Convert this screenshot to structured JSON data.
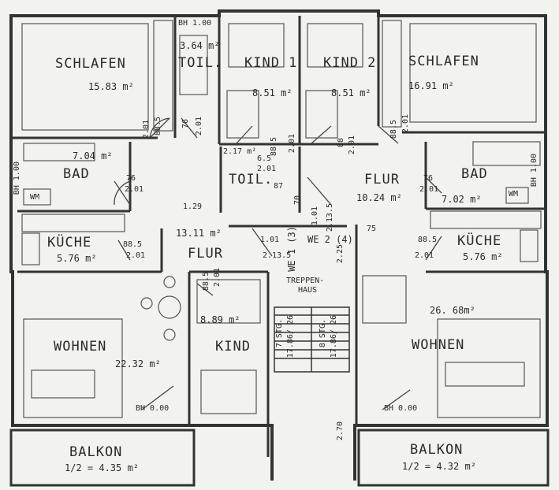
{
  "rooms": {
    "schlafen_l": {
      "name": "SCHLAFEN",
      "area": "15.83 m²"
    },
    "toil_l": {
      "name": "TOIL.",
      "bh": "BH 1.00",
      "area": "3.64 m²"
    },
    "kind1": {
      "name": "KIND 1",
      "area": "8.51 m²"
    },
    "kind2": {
      "name": "KIND 2",
      "area": "8.51 m²"
    },
    "schlafen_r": {
      "name": "SCHLAFEN",
      "area": "16.91 m²"
    },
    "bad_l": {
      "name": "BAD",
      "area": "7.04 m²",
      "wm": "WM",
      "bh": "BH 1.00"
    },
    "toil_m": {
      "name": "TOIL.",
      "area": "2.17 m²"
    },
    "flur_r": {
      "name": "FLUR",
      "area": "10.24 m²"
    },
    "bad_r": {
      "name": "BAD",
      "area": "7.02 m²",
      "wm": "WM",
      "bh": "BH 1.00"
    },
    "kueche_l": {
      "name": "KÜCHE",
      "area": "5.76 m²"
    },
    "flur_l": {
      "name": "FLUR",
      "area": "13.11 m²"
    },
    "kueche_r": {
      "name": "KÜCHE",
      "area": "5.76 m²"
    },
    "wohnen_l": {
      "name": "WOHNEN",
      "area": "22.32 m²",
      "bh": "BH 0.00"
    },
    "kind3": {
      "name": "KIND",
      "area": "8.89 m²"
    },
    "treppenhaus": {
      "name_1": "TREPPEN-",
      "name_2": "HAUS"
    },
    "wohnen_r": {
      "name": "WOHNEN",
      "area": "26. 68m²",
      "bh": "BH 0.00"
    },
    "balkon_l": {
      "name": "BALKON",
      "area": "1/2 = 4.35 m²"
    },
    "balkon_r": {
      "name": "BALKON",
      "area": "1/2 = 4.32 m²"
    }
  },
  "stairs": {
    "s1": "7 STG.",
    "s2": "17.86/ 26",
    "s3": "8 STG.",
    "s4": "17.86/ 26"
  },
  "entries": {
    "we1": "WE 1 (3)",
    "we2": "WE 2 (4)"
  },
  "dims": {
    "d_885_a": "88.5",
    "d_201_a": "2.01",
    "d_201_b": "2.01",
    "d_76_a": "76",
    "d_885_b": "88.5",
    "d_201_c": "2.01",
    "d_88_c": "88",
    "d_201_d": "2.01",
    "d_885_c": "88.5",
    "d_201_e": "2.01",
    "d_65": "6.5",
    "d_201_f": "2.01",
    "d_87": "87",
    "d_70": "70",
    "d_76_b": "76",
    "d_201_g": "2.01",
    "d_76_c": "76",
    "d_201_h": "2.01",
    "d_129": "1.29",
    "d_101_a": "1.01",
    "d_2135": "2.13.5",
    "d_75": "75",
    "d_885_d": "88.5",
    "d_201_i": "2.01",
    "d_885_e": "88.5",
    "d_201_j": "2.01",
    "d_101_b": "1.01",
    "d_2135_b": "2.13.5",
    "d_225": "2.25",
    "d_885_f": "88.5",
    "d_201_k": "2.01",
    "d_270": "2.70"
  }
}
